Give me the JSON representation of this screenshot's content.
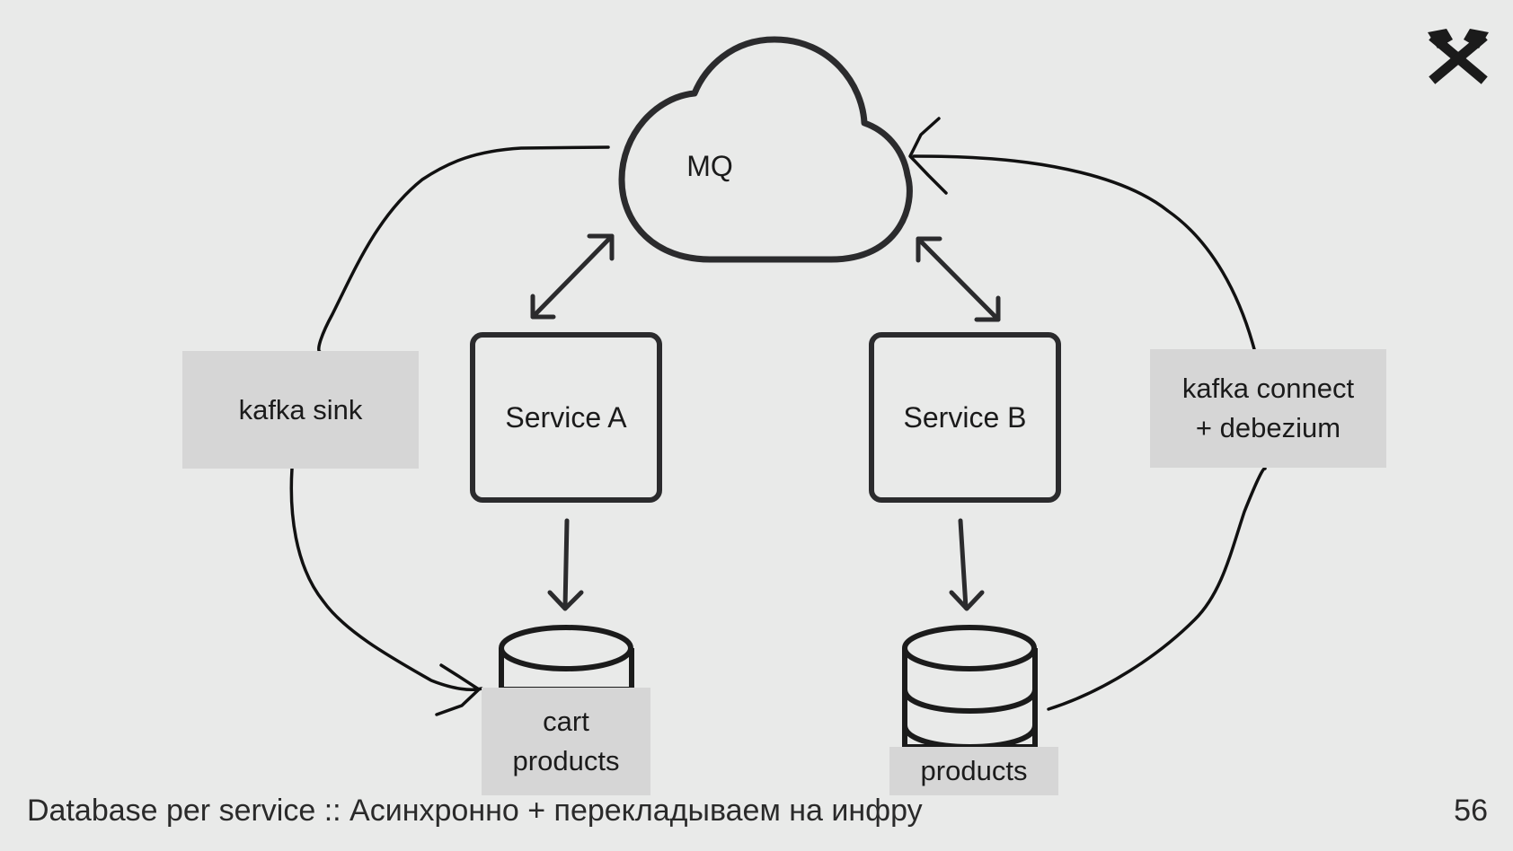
{
  "nodes": {
    "mq": "MQ",
    "service_a": "Service A",
    "service_b": "Service B",
    "kafka_sink": "kafka sink",
    "kafka_connect": [
      "kafka connect",
      "+ debezium"
    ],
    "cart_db": [
      "cart",
      "products"
    ],
    "products_db": "products"
  },
  "footer": {
    "title": "Database per service :: Асинхронно + перекладываем на инфру",
    "page_number": "56"
  },
  "logo": {
    "icon": "crossed-hammers-icon"
  },
  "colors": {
    "background": "#e9eae9",
    "label_box": "#d6d6d6",
    "stroke": "#2b2b2d",
    "line": "#111111"
  }
}
